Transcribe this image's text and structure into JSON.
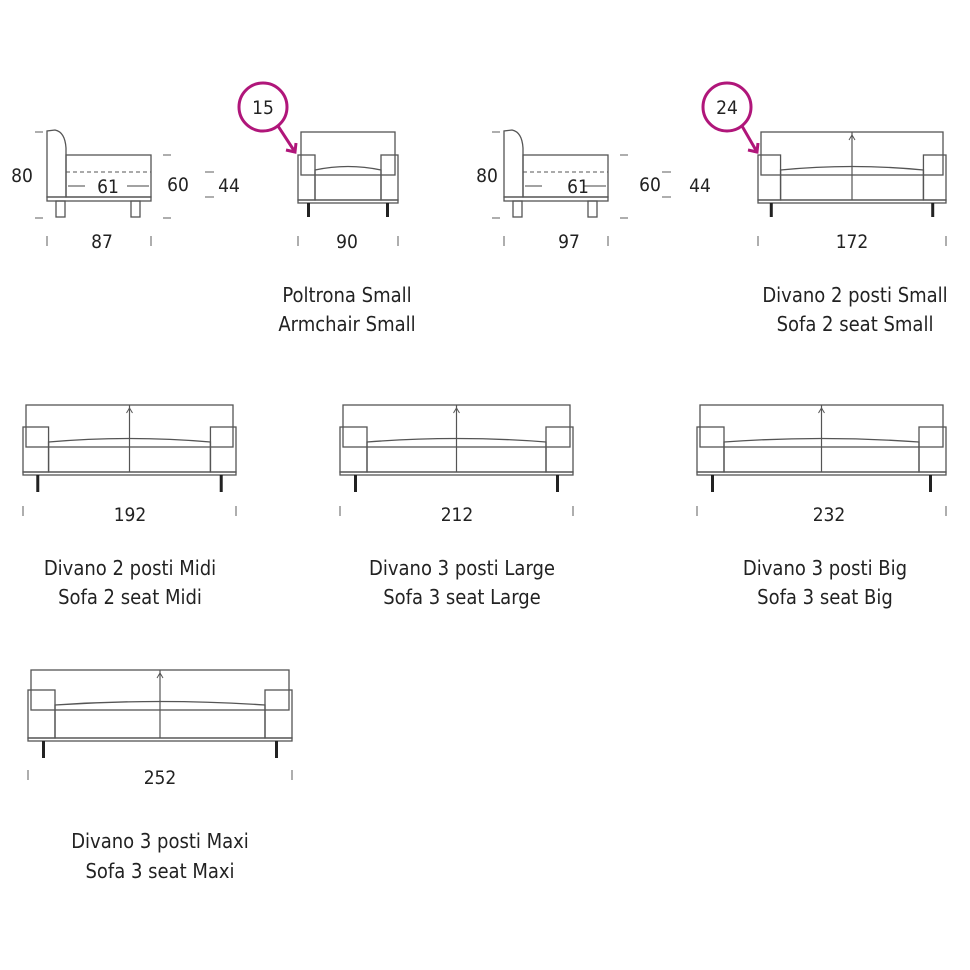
{
  "accent_color": "#b0167a",
  "side_views": [
    {
      "height": "80",
      "seat_depth": "61",
      "arm_height": "60",
      "seat_height": "44",
      "depth": "87"
    },
    {
      "height": "80",
      "seat_depth": "61",
      "arm_height": "60",
      "seat_height": "44",
      "depth": "97"
    }
  ],
  "badges": [
    "15",
    "24"
  ],
  "models": [
    {
      "width": "90",
      "name_it": "Poltrona Small",
      "name_en": "Armchair Small"
    },
    {
      "width": "172",
      "name_it": "Divano 2 posti Small",
      "name_en": "Sofa 2 seat Small"
    },
    {
      "width": "192",
      "name_it": "Divano 2 posti Midi",
      "name_en": "Sofa 2 seat Midi"
    },
    {
      "width": "212",
      "name_it": "Divano 3 posti Large",
      "name_en": "Sofa 3 seat Large"
    },
    {
      "width": "232",
      "name_it": "Divano 3 posti Big",
      "name_en": "Sofa 3 seat Big"
    },
    {
      "width": "252",
      "name_it": "Divano 3 posti Maxi",
      "name_en": "Sofa 3 seat Maxi"
    }
  ]
}
